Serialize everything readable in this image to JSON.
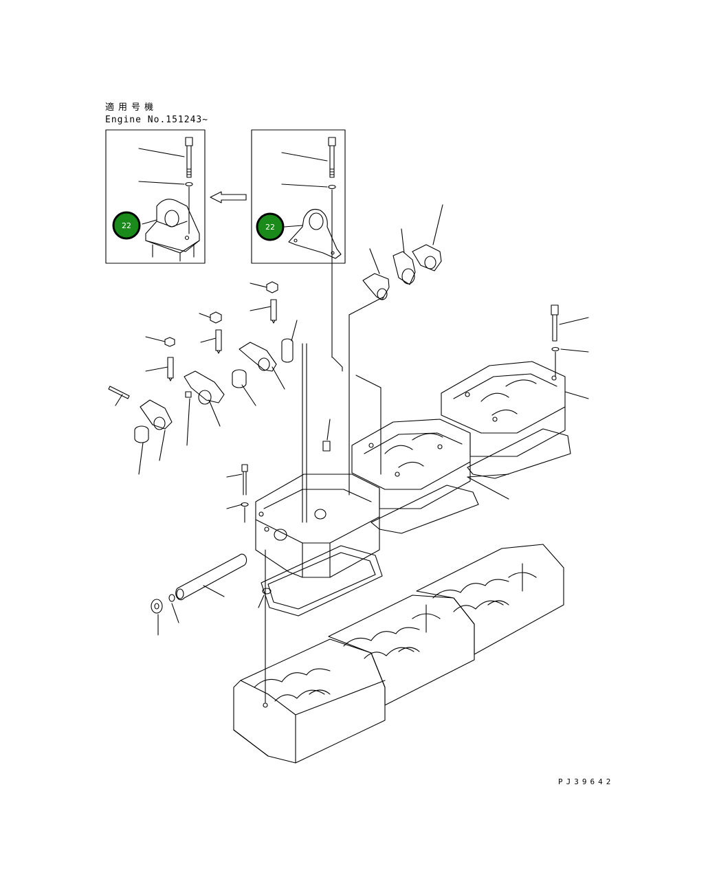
{
  "header": {
    "applicable_serial_label": "適用号機",
    "engine_number": "Engine No.151243~"
  },
  "callouts": [
    {
      "label": "22"
    },
    {
      "label": "22"
    }
  ],
  "drawing_id": "PJ39642",
  "colors": {
    "line": "#000000",
    "callout_fill": "#1a8a1a",
    "callout_ring": "#000000",
    "callout_text": "#ffffff"
  }
}
